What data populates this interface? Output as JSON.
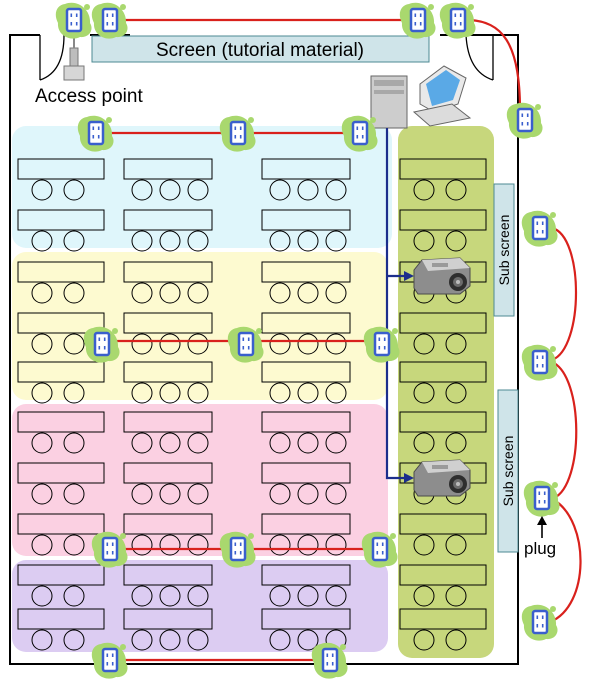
{
  "labels": {
    "screen": "Screen (tutorial material)",
    "access_point": "Access point",
    "sub_screen": "Sub screen",
    "plug": "plug"
  },
  "colors": {
    "zone_blue": "#dff6fb",
    "zone_yellow": "#fdfad0",
    "zone_pink": "#fbd0e2",
    "zone_purple": "#dcccf2",
    "aisle_green": "#c7d77c",
    "screen_fill": "#cfe4e9",
    "screen_stroke": "#4d8a93",
    "power_line": "#d9211c",
    "network_line": "#1c2e8c",
    "outlet_blob": "#a9d86e",
    "outlet_face": "#3a5fcd"
  },
  "icons": [
    "power-outlet-icon",
    "access-point-icon",
    "computer-icon",
    "projector-icon",
    "arrow-up-icon"
  ]
}
